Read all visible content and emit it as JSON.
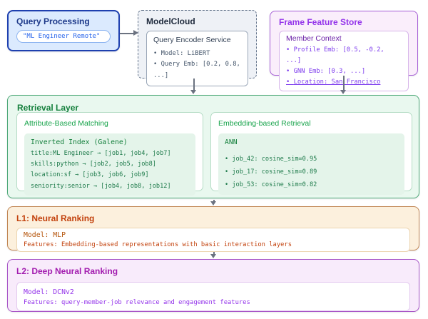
{
  "colors": {
    "query-bg": "#dbeafe",
    "query-border": "#1e40af",
    "query-title": "#1e3a8a",
    "query-text": "#2563eb",
    "cloud-bg": "#eef1f6",
    "cloud-border": "#64748b",
    "cloud-title": "#1e293b",
    "cloud-text": "#45566b",
    "store-bg": "#faeefb",
    "store-border": "#a65fd6",
    "store-title": "#9333ea",
    "store-text": "#7c3aed",
    "retrieval-bg": "#e9f8ef",
    "retrieval-border": "#4ca877",
    "retrieval-title": "#15803d",
    "retrieval-sub": "#16a34a",
    "retrieval-code-bg": "#e4f4ea",
    "retrieval-text": "#1d7a4a",
    "l1-bg": "#fcf0dd",
    "l1-border": "#c08552",
    "l1-title": "#c2410c",
    "l1-text": "#c2410c",
    "l2-bg": "#f8ebfb",
    "l2-border": "#a855c7",
    "l2-title": "#a21caf",
    "l2-text": "#9333ea",
    "arrow": "#6b7280"
  },
  "query_processing": {
    "title": "Query Processing",
    "query": "\"ML Engineer Remote\""
  },
  "model_cloud": {
    "title": "ModelCloud",
    "service_title": "Query Encoder Service",
    "items": [
      "Model: LiBERT",
      "Query Emb: [0.2, 0.8, ...]"
    ]
  },
  "feature_store": {
    "title": "Frame Feature Store",
    "context_title": "Member Context",
    "items": [
      "Profile Emb: [0.5, -0.2, ...]",
      "GNN Emb: [0.3, ...]",
      "Location: San Francisco"
    ]
  },
  "retrieval": {
    "title": "Retrieval Layer",
    "attribute": {
      "title": "Attribute-Based Matching",
      "code_title": "Inverted Index (Galene)",
      "lines": [
        "title:ML Engineer → [job1, job4, job7]",
        "skills:python → [job2, job5, job8]",
        "location:sf → [job3, job6, job9]",
        "seniority:senior → [job4, job8, job12]"
      ]
    },
    "embedding": {
      "title": "Embedding-based Retrieval",
      "code_title": "ANN",
      "items": [
        "job_42: cosine_sim=0.95",
        "job_17: cosine_sim=0.89",
        "job_53: cosine_sim=0.82"
      ]
    }
  },
  "l1": {
    "title": "L1: Neural Ranking",
    "model": "Model: MLP",
    "features": "Features: Embedding-based representations with basic interaction layers"
  },
  "l2": {
    "title": "L2: Deep Neural Ranking",
    "model": "Model: DCNv2",
    "features": "Features: query-member-job relevance and engagement features"
  }
}
